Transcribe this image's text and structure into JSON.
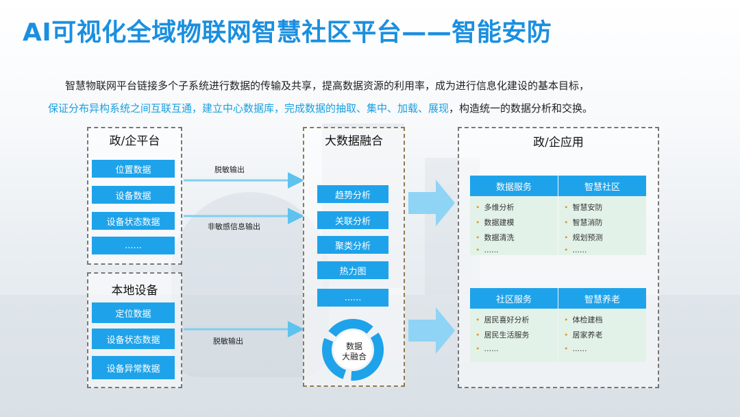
{
  "title": "AI可视化全域物联网智慧社区平台——智能安防",
  "intro": {
    "line1": "智慧物联网平台链接多个子系统进行数据的传输及共享，提高数据资源的利用率，成为进行信息化建设的基本目标，",
    "line2_highlight": "保证分布异构系统之间互联互通，建立中心数据库，完成数据的抽取、集中、加载、展现",
    "line2_rest": "，构造统一的数据分析和交换。"
  },
  "gov_platform": {
    "title": "政/企平台",
    "items": [
      "位置数据",
      "设备数据",
      "设备状态数据",
      "......"
    ]
  },
  "local_device": {
    "title": "本地设备",
    "items": [
      "定位数据",
      "设备状态数据",
      "设备异常数据"
    ]
  },
  "arrows": {
    "a1": "脱敏输出",
    "a2": "非敏感信息输出",
    "a3": "脱敏输出"
  },
  "bigdata": {
    "title": "大数据融合",
    "items": [
      "趋势分析",
      "关联分析",
      "聚类分析",
      "热力图",
      "......"
    ],
    "ring_label1": "数据",
    "ring_label2": "大融合"
  },
  "gov_app": {
    "title": "政/企应用",
    "panels": [
      {
        "head": "数据服务",
        "items": [
          "多维分析",
          "数据建模",
          "数据清洗",
          "......"
        ]
      },
      {
        "head": "智慧社区",
        "items": [
          "智慧安防",
          "智慧消防",
          "规划预测",
          "......"
        ]
      },
      {
        "head": "社区服务",
        "items": [
          "居民喜好分析",
          "居民生活服务",
          "......"
        ]
      },
      {
        "head": "智慧养老",
        "items": [
          "体检建档",
          "居家养老",
          "......"
        ]
      }
    ]
  },
  "colors": {
    "accent": "#1a8fe0",
    "button": "#1ea3ea",
    "arrow": "#8fd4f4",
    "panel_bg": "#e3f2e8"
  }
}
